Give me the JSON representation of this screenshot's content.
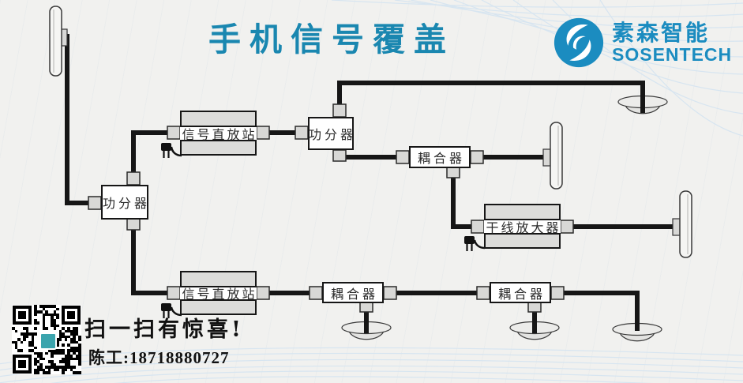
{
  "title": "手机信号覆盖",
  "brand": {
    "name_cn": "素森智能",
    "name_en": "SOSENTECH"
  },
  "diagram": {
    "nodes": [
      {
        "id": "power-splitter-1",
        "label": "功分器"
      },
      {
        "id": "signal-repeater-1",
        "label": "信号直放站"
      },
      {
        "id": "power-splitter-2",
        "label": "功分器"
      },
      {
        "id": "coupler-1",
        "label": "耦合器"
      },
      {
        "id": "trunk-amplifier",
        "label": "干线放大器"
      },
      {
        "id": "signal-repeater-2",
        "label": "信号直放站"
      },
      {
        "id": "coupler-2",
        "label": "耦合器"
      },
      {
        "id": "coupler-3",
        "label": "耦合器"
      }
    ],
    "antennas": [
      {
        "id": "panel-antenna-1",
        "type": "panel"
      },
      {
        "id": "panel-antenna-2",
        "type": "panel"
      },
      {
        "id": "panel-antenna-3",
        "type": "panel"
      },
      {
        "id": "ceiling-antenna-1",
        "type": "ceiling"
      },
      {
        "id": "ceiling-antenna-2",
        "type": "ceiling"
      },
      {
        "id": "ceiling-antenna-3",
        "type": "ceiling"
      },
      {
        "id": "ceiling-antenna-4",
        "type": "ceiling"
      }
    ],
    "connections": [
      "panel-antenna-1 → power-splitter-1",
      "power-splitter-1 → signal-repeater-1",
      "signal-repeater-1 → power-splitter-2",
      "power-splitter-2 → ceiling-antenna-1",
      "power-splitter-2 → coupler-1",
      "coupler-1 → panel-antenna-2",
      "coupler-1 → trunk-amplifier",
      "trunk-amplifier → panel-antenna-3",
      "power-splitter-1 → signal-repeater-2",
      "signal-repeater-2 → coupler-2",
      "coupler-2 → ceiling-antenna-2",
      "coupler-2 → coupler-3",
      "coupler-3 → ceiling-antenna-3",
      "coupler-3 → ceiling-antenna-4"
    ]
  },
  "footer": {
    "qr_caption": "扫一扫有惊喜!",
    "contact": "陈工:18718880727"
  },
  "colors": {
    "bg": "#f1f1ef",
    "title": "#1a87b0",
    "brand": "#1b8cc0",
    "ink": "#161616",
    "decor": "#d7e5f0",
    "qr_logo": "#3ba4ad"
  }
}
